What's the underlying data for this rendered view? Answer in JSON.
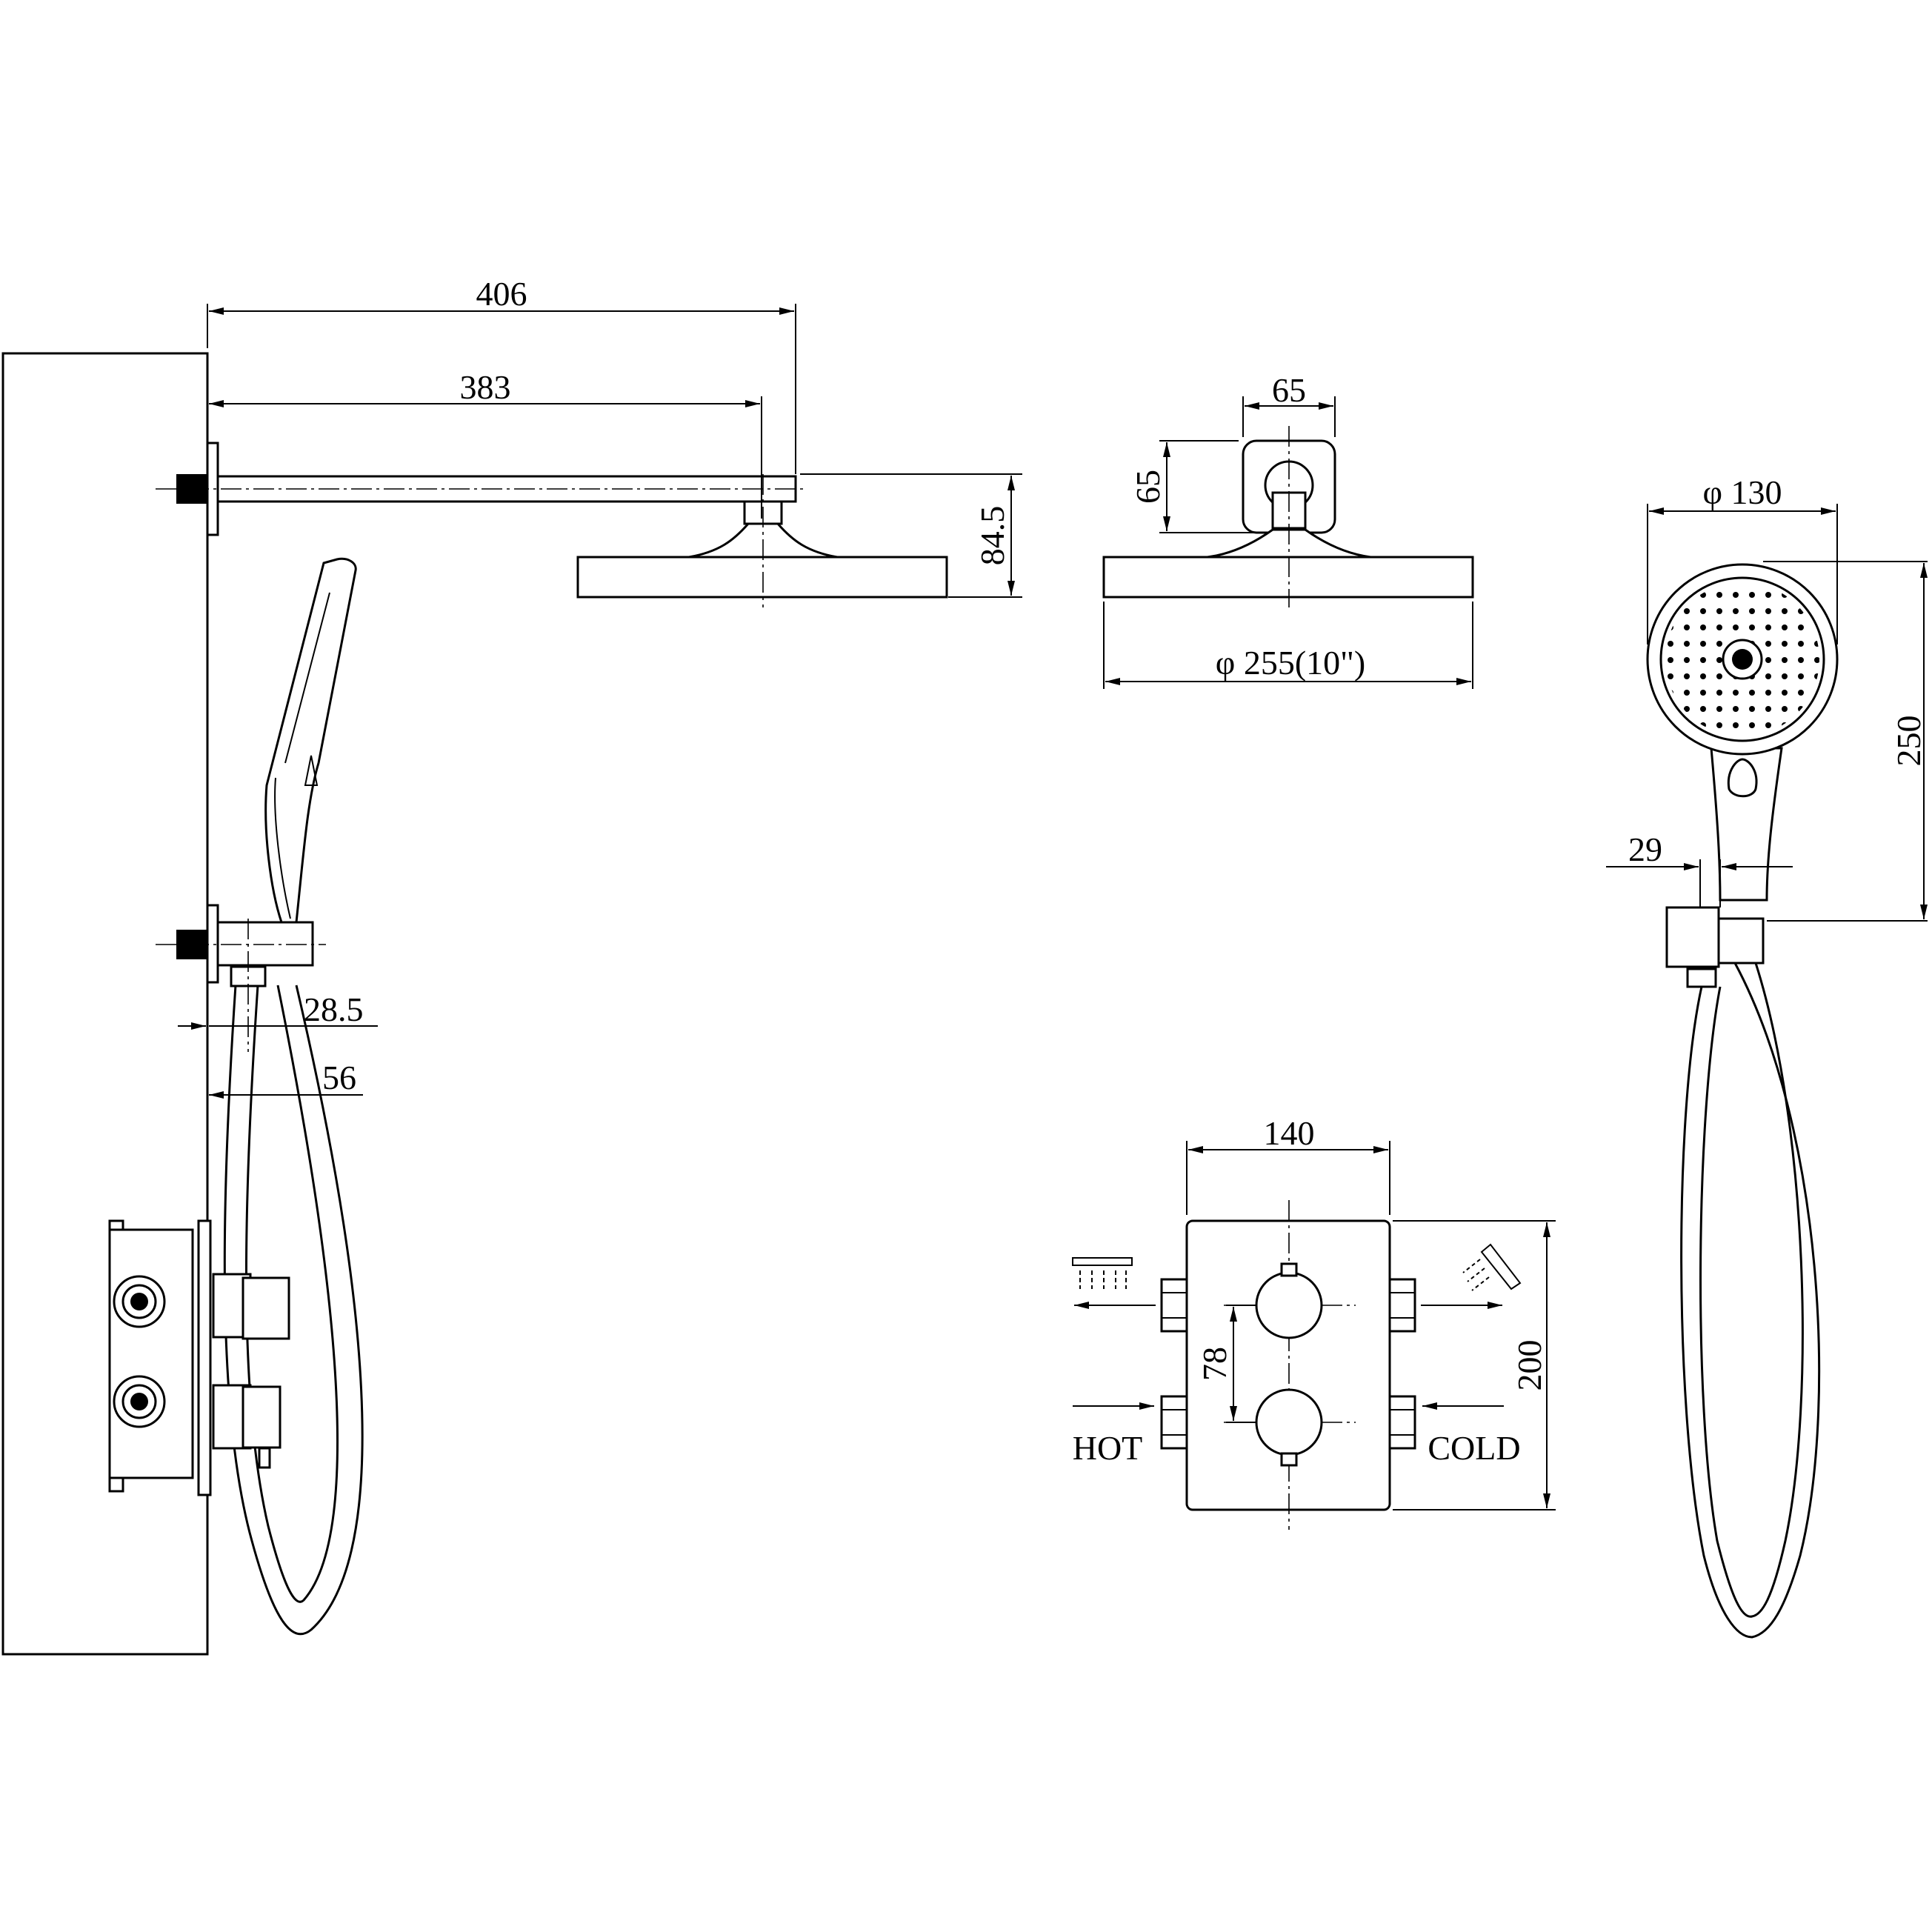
{
  "dimensions": {
    "arm_length_outer": "406",
    "arm_length_inner": "383",
    "drop_height": "84.5",
    "flange_width": "65",
    "flange_height": "65",
    "rain_head_diameter": "φ 255(10\")",
    "hand_shower_diameter": "φ 130",
    "hand_shower_length": "250",
    "holder_offset": "29",
    "wall_offset_1": "28.5",
    "wall_offset_2": "56",
    "valve_width": "140",
    "valve_height": "200",
    "valve_spacing": "78"
  },
  "labels": {
    "hot": "HOT",
    "cold": "COLD"
  },
  "icons": {
    "overhead_outlet": "rain-shower-icon",
    "hand_outlet": "hand-shower-icon"
  },
  "colors": {
    "line": "#000000",
    "background": "#ffffff"
  }
}
